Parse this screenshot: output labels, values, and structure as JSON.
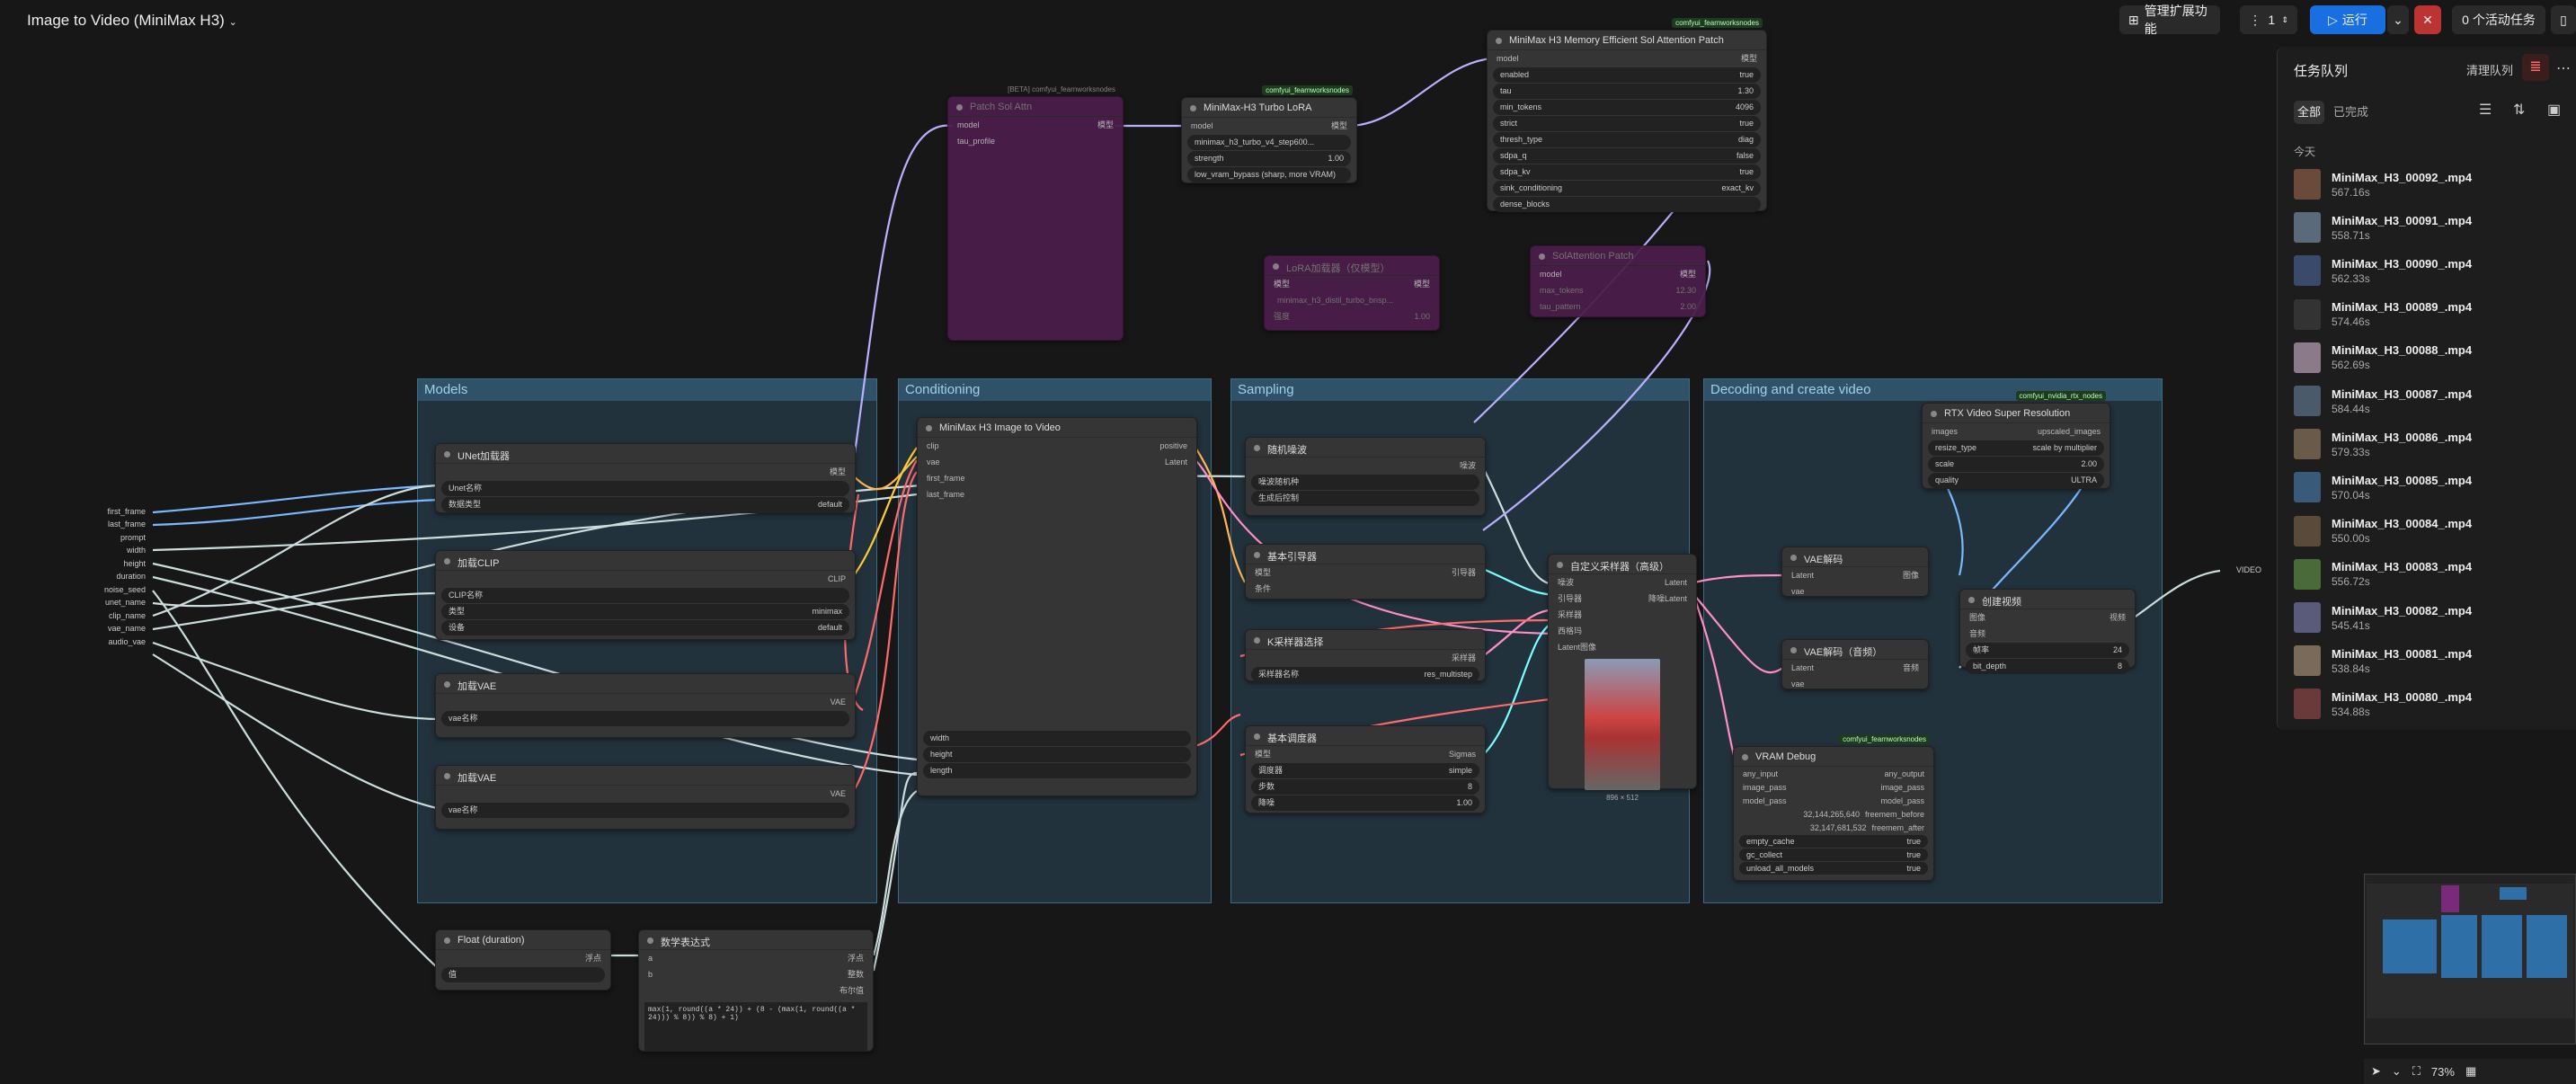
{
  "topbar": {
    "title": "Image to Video (MiniMax H3)",
    "manage_ext": "管理扩展功能",
    "count": "1",
    "run": "运行",
    "active": "0 个活动任务"
  },
  "queue": {
    "title": "任务队列",
    "clear": "清理队列",
    "tab_all": "全部",
    "tab_done": "已完成",
    "today": "今天",
    "items": [
      {
        "name": "MiniMax_H3_00092_.mp4",
        "time": "567.16s"
      },
      {
        "name": "MiniMax_H3_00091_.mp4",
        "time": "558.71s"
      },
      {
        "name": "MiniMax_H3_00090_.mp4",
        "time": "562.33s"
      },
      {
        "name": "MiniMax_H3_00089_.mp4",
        "time": "574.46s"
      },
      {
        "name": "MiniMax_H3_00088_.mp4",
        "time": "562.69s"
      },
      {
        "name": "MiniMax_H3_00087_.mp4",
        "time": "584.44s"
      },
      {
        "name": "MiniMax_H3_00086_.mp4",
        "time": "579.33s"
      },
      {
        "name": "MiniMax_H3_00085_.mp4",
        "time": "570.04s"
      },
      {
        "name": "MiniMax_H3_00084_.mp4",
        "time": "550.00s"
      },
      {
        "name": "MiniMax_H3_00083_.mp4",
        "time": "556.72s"
      },
      {
        "name": "MiniMax_H3_00082_.mp4",
        "time": "545.41s"
      },
      {
        "name": "MiniMax_H3_00081_.mp4",
        "time": "538.84s"
      },
      {
        "name": "MiniMax_H3_00080_.mp4",
        "time": "534.88s"
      }
    ]
  },
  "groups": {
    "models": "Models",
    "conditioning": "Conditioning",
    "sampling": "Sampling",
    "decode": "Decoding and create video"
  },
  "inputs": [
    "first_frame",
    "last_frame",
    "prompt",
    "width",
    "height",
    "duration",
    "noise_seed",
    "unet_name",
    "clip_name",
    "vae_name",
    "audio_vae"
  ],
  "nodes": {
    "unet": {
      "title": "UNet加载器",
      "out": "模型",
      "w1": "Unet名称",
      "w2": "数据类型",
      "w2v": "default"
    },
    "clip": {
      "title": "加载CLIP",
      "out": "CLIP",
      "w1": "CLIP名称",
      "w2": "类型",
      "w2v": "minimax",
      "w3": "设备",
      "w3v": "default"
    },
    "vae1": {
      "title": "加载VAE",
      "out": "VAE",
      "w1": "vae名称"
    },
    "vae2": {
      "title": "加载VAE",
      "out": "VAE",
      "w1": "vae名称"
    },
    "i2v": {
      "title": "MiniMax H3 Image to Video",
      "in1": "clip",
      "in2": "vae",
      "in3": "first_frame",
      "in4": "last_frame",
      "out1": "positive",
      "out2": "Latent",
      "w1": "width",
      "w2": "height",
      "w3": "length"
    },
    "float": {
      "title": "Float (duration)",
      "out": "浮点",
      "w1": "值"
    },
    "math": {
      "title": "数学表达式",
      "in1": "a",
      "in2": "b",
      "out1": "浮点",
      "out2": "整数",
      "out3": "布尔值",
      "expr": "max(1, round((a * 24)) + (8 - (max(1, round((a * 24))) % 8)) % 8) + 1)"
    },
    "patch": {
      "title": "Patch Sol Attn",
      "badge": "[BETA] comfyui_fearnworksnodes",
      "in": "model",
      "in2": "tau_profile",
      "out": "模型"
    },
    "lora": {
      "title": "MiniMax-H3 Turbo LoRA",
      "badge": "comfyui_fearnworksnodes",
      "in": "model",
      "out": "模型",
      "w1": "minimax_h3_turbo_v4_step600...",
      "w2": "strength",
      "w2v": "1.00",
      "w3": "low_vram_bypass (sharp, more VRAM)"
    },
    "lora2": {
      "title": "LoRA加载器（仅模型）",
      "in": "模型",
      "out": "模型",
      "w1": "minimax_h3_distil_turbo_bnsp...",
      "w2": "强度",
      "w2v": "1.00"
    },
    "sol": {
      "title": "MiniMax H3 Memory Efficient Sol Attention Patch",
      "badge": "comfyui_fearnworksnodes",
      "in": "model",
      "out": "模型",
      "rows": [
        [
          "enabled",
          "true"
        ],
        [
          "tau",
          "1.30"
        ],
        [
          "min_tokens",
          "4096"
        ],
        [
          "strict",
          "true"
        ],
        [
          "thresh_type",
          "diag"
        ],
        [
          "sdpa_q",
          "false"
        ],
        [
          "sdpa_kv",
          "true"
        ],
        [
          "sink_conditioning",
          "exact_kv"
        ],
        [
          "dense_blocks",
          ""
        ]
      ]
    },
    "sol2": {
      "title": "SolAttention Patch",
      "in": "model",
      "out": "模型",
      "w1": "max_tokens",
      "w1v": "12.30",
      "w2": "tau_pattern",
      "w2v": "2.00"
    },
    "noise": {
      "title": "随机噪波",
      "out": "噪波",
      "w1": "噪波随机种",
      "w2": "生成后控制"
    },
    "guider": {
      "title": "基本引导器",
      "in1": "模型",
      "in2": "条件",
      "out": "引导器"
    },
    "ksel": {
      "title": "K采样器选择",
      "out": "采样器",
      "w1": "采样器名称",
      "w1v": "res_multistep"
    },
    "sched": {
      "title": "基本调度器",
      "in": "模型",
      "out": "Sigmas",
      "w1": "调度器",
      "w1v": "simple",
      "w2": "步数",
      "w2v": "8",
      "w3": "降噪",
      "w3v": "1.00"
    },
    "custom": {
      "title": "自定义采样器（高级）",
      "in": [
        "噪波",
        "引导器",
        "采样器",
        "西格玛",
        "Latent图像"
      ],
      "out1": "Latent",
      "out2": "降噪Latent",
      "size": "896 × 512"
    },
    "vaedec": {
      "title": "VAE解码",
      "in1": "Latent",
      "in2": "vae",
      "out": "图像"
    },
    "vaeaudio": {
      "title": "VAE解码（音频）",
      "in1": "Latent",
      "in2": "vae",
      "out": "音频"
    },
    "rtx": {
      "title": "RTX Video Super Resolution",
      "badge": "comfyui_nvidia_rtx_nodes",
      "in": "images",
      "out": "upscaled_images",
      "w1": "resize_type",
      "w1v": "scale by multiplier",
      "w2": "scale",
      "w2v": "2.00",
      "w3": "quality",
      "w3v": "ULTRA"
    },
    "create": {
      "title": "创建视频",
      "in1": "图像",
      "in2": "音频",
      "out": "视频",
      "w1": "帧率",
      "w1v": "24",
      "w2": "bit_depth",
      "w2v": "8"
    },
    "vram": {
      "title": "VRAM Debug",
      "badge": "comfyui_fearnworksnodes",
      "in1": "any_input",
      "in2": "image_pass",
      "in3": "model_pass",
      "out1": "any_output",
      "out2": "image_pass",
      "out3": "model_pass",
      "v1": "32,144,265,640",
      "v1l": "freemem_before",
      "v2": "32,147,681,532",
      "v2l": "freemem_after",
      "w1": "empty_cache",
      "w1v": "true",
      "w2": "gc_collect",
      "w2v": "true",
      "w3": "unload_all_models",
      "w3v": "true"
    }
  },
  "video_label": "VIDEO",
  "zoom": "73%"
}
